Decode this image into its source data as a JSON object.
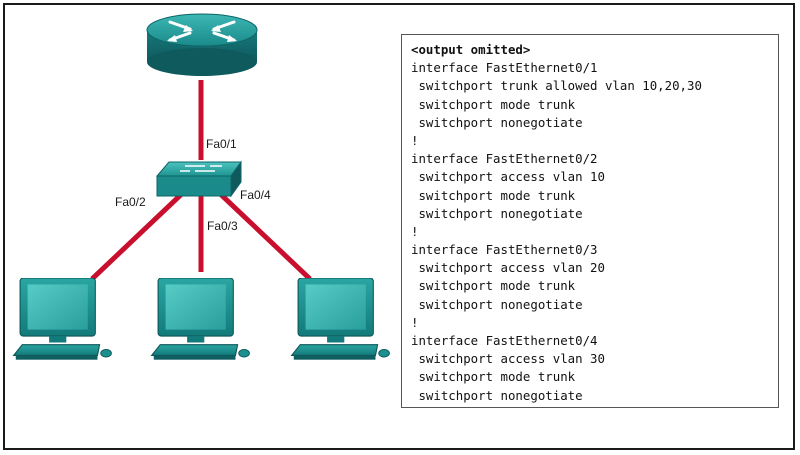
{
  "diagram": {
    "nodes": [
      {
        "id": "router",
        "type": "router"
      },
      {
        "id": "switch",
        "type": "switch"
      },
      {
        "id": "pc-1",
        "type": "pc"
      },
      {
        "id": "pc-2",
        "type": "pc"
      },
      {
        "id": "pc-3",
        "type": "pc"
      }
    ],
    "links": [
      {
        "from": "router",
        "to": "switch",
        "port": "Fa0/1"
      },
      {
        "from": "switch",
        "to": "pc-1",
        "port": "Fa0/2"
      },
      {
        "from": "switch",
        "to": "pc-2",
        "port": "Fa0/3"
      },
      {
        "from": "switch",
        "to": "pc-3",
        "port": "Fa0/4"
      }
    ],
    "colors": {
      "device": "#1e8f8f",
      "device_dark": "#0f5f62",
      "link": "#c8102e"
    }
  },
  "config": {
    "lines": [
      "<output omitted>",
      "interface FastEthernet0/1",
      " switchport trunk allowed vlan 10,20,30",
      " switchport mode trunk",
      " switchport nonegotiate",
      "!",
      "interface FastEthernet0/2",
      " switchport access vlan 10",
      " switchport mode trunk",
      " switchport nonegotiate",
      "!",
      "interface FastEthernet0/3",
      " switchport access vlan 20",
      " switchport mode trunk",
      " switchport nonegotiate",
      "!",
      "interface FastEthernet0/4",
      " switchport access vlan 30",
      " switchport mode trunk",
      " switchport nonegotiate"
    ]
  }
}
